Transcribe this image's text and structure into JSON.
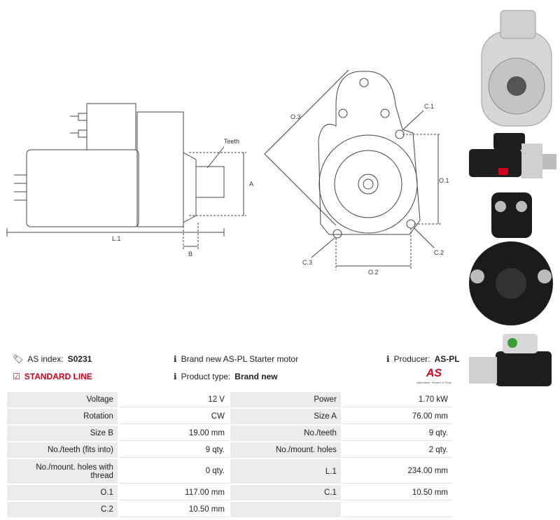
{
  "drawing": {
    "labels": {
      "teeth": "Teeth",
      "a": "A",
      "l1": "L.1",
      "b": "B",
      "o3": "O.3",
      "c1": "C.1",
      "o1": "O.1",
      "c3": "C.3",
      "c2": "C.2",
      "o2": "O.2"
    }
  },
  "thumbnails": [
    {
      "icon": "starter-front-view-photo"
    },
    {
      "icon": "starter-side-view-photo"
    },
    {
      "icon": "starter-rear-view-photo"
    },
    {
      "icon": "starter-angle-view-photo"
    }
  ],
  "info": {
    "as_index_label": "AS index:",
    "as_index_value": "S0231",
    "description": "Brand new AS-PL Starter motor",
    "producer_label": "Producer:",
    "producer_value": "AS-PL",
    "line": "STANDARD LINE",
    "product_type_label": "Product type:",
    "product_type_value": "Brand new",
    "logo_text": "AS",
    "logo_subtext": "Alternators, Starters & Parts"
  },
  "specs": [
    [
      "Voltage",
      "12 V",
      "Power",
      "1.70 kW"
    ],
    [
      "Rotation",
      "CW",
      "Size A",
      "76.00 mm"
    ],
    [
      "Size B",
      "19.00 mm",
      "No./teeth",
      "9 qty."
    ],
    [
      "No./teeth (fits into)",
      "9 qty.",
      "No./mount. holes",
      "2 qty."
    ],
    [
      "No./mount. holes with thread",
      "0 qty.",
      "L.1",
      "234.00 mm"
    ],
    [
      "O.1",
      "117.00 mm",
      "C.1",
      "10.50 mm"
    ],
    [
      "C.2",
      "10.50 mm",
      "",
      ""
    ]
  ],
  "colors": {
    "accent": "#d0021b",
    "label_bg": "#ebebeb",
    "line": "#444444"
  }
}
